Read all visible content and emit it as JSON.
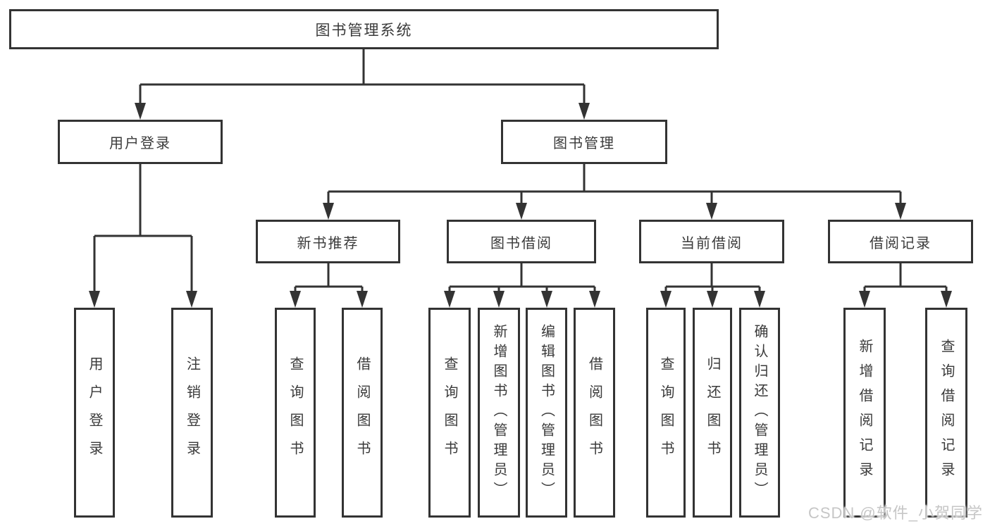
{
  "diagram": {
    "root": {
      "label": "图书管理系统"
    },
    "login": {
      "label": "用户登录",
      "children": [
        {
          "label": "用户登录"
        },
        {
          "label": "注销登录"
        }
      ]
    },
    "management": {
      "label": "图书管理",
      "sections": [
        {
          "label": "新书推荐",
          "children": [
            {
              "label": "查询图书"
            },
            {
              "label": "借阅图书"
            }
          ]
        },
        {
          "label": "图书借阅",
          "children": [
            {
              "label": "查询图书"
            },
            {
              "label": "新增图书（管理员）"
            },
            {
              "label": "编辑图书（管理员）"
            },
            {
              "label": "借阅图书"
            }
          ]
        },
        {
          "label": "当前借阅",
          "children": [
            {
              "label": "查询图书"
            },
            {
              "label": "归还图书"
            },
            {
              "label": "确认归还（管理员）"
            }
          ]
        },
        {
          "label": "借阅记录",
          "children": [
            {
              "label": "新增借阅记录"
            },
            {
              "label": "查询借阅记录"
            }
          ]
        }
      ]
    },
    "watermark": "CSDN @软件_小贺同学"
  }
}
